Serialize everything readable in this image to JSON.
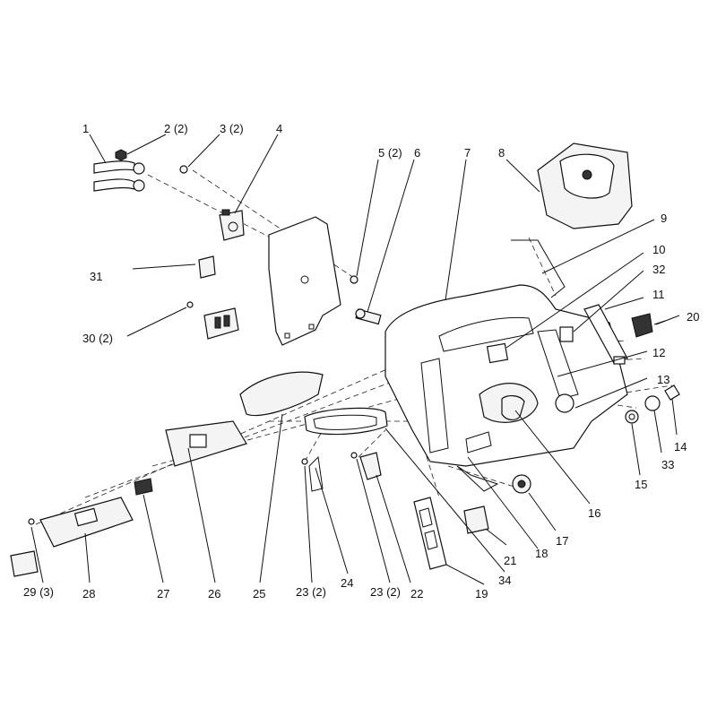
{
  "callouts": {
    "c1": "1",
    "c2": "2 (2)",
    "c3": "3 (2)",
    "c4": "4",
    "c5": "5 (2)",
    "c6": "6",
    "c7": "7",
    "c8": "8",
    "c9": "9",
    "c10": "10",
    "c11": "11",
    "c12": "12",
    "c13": "13",
    "c14": "14",
    "c15": "15",
    "c16": "16",
    "c17": "17",
    "c18": "18",
    "c19": "19",
    "c20": "20",
    "c21": "21",
    "c22": "22",
    "c23a": "23 (2)",
    "c23b": "23 (2)",
    "c24": "24",
    "c25": "25",
    "c26": "26",
    "c27": "27",
    "c28": "28",
    "c29": "29 (3)",
    "c30": "30 (2)",
    "c31": "31",
    "c32": "32",
    "c33": "33",
    "c34": "34"
  }
}
